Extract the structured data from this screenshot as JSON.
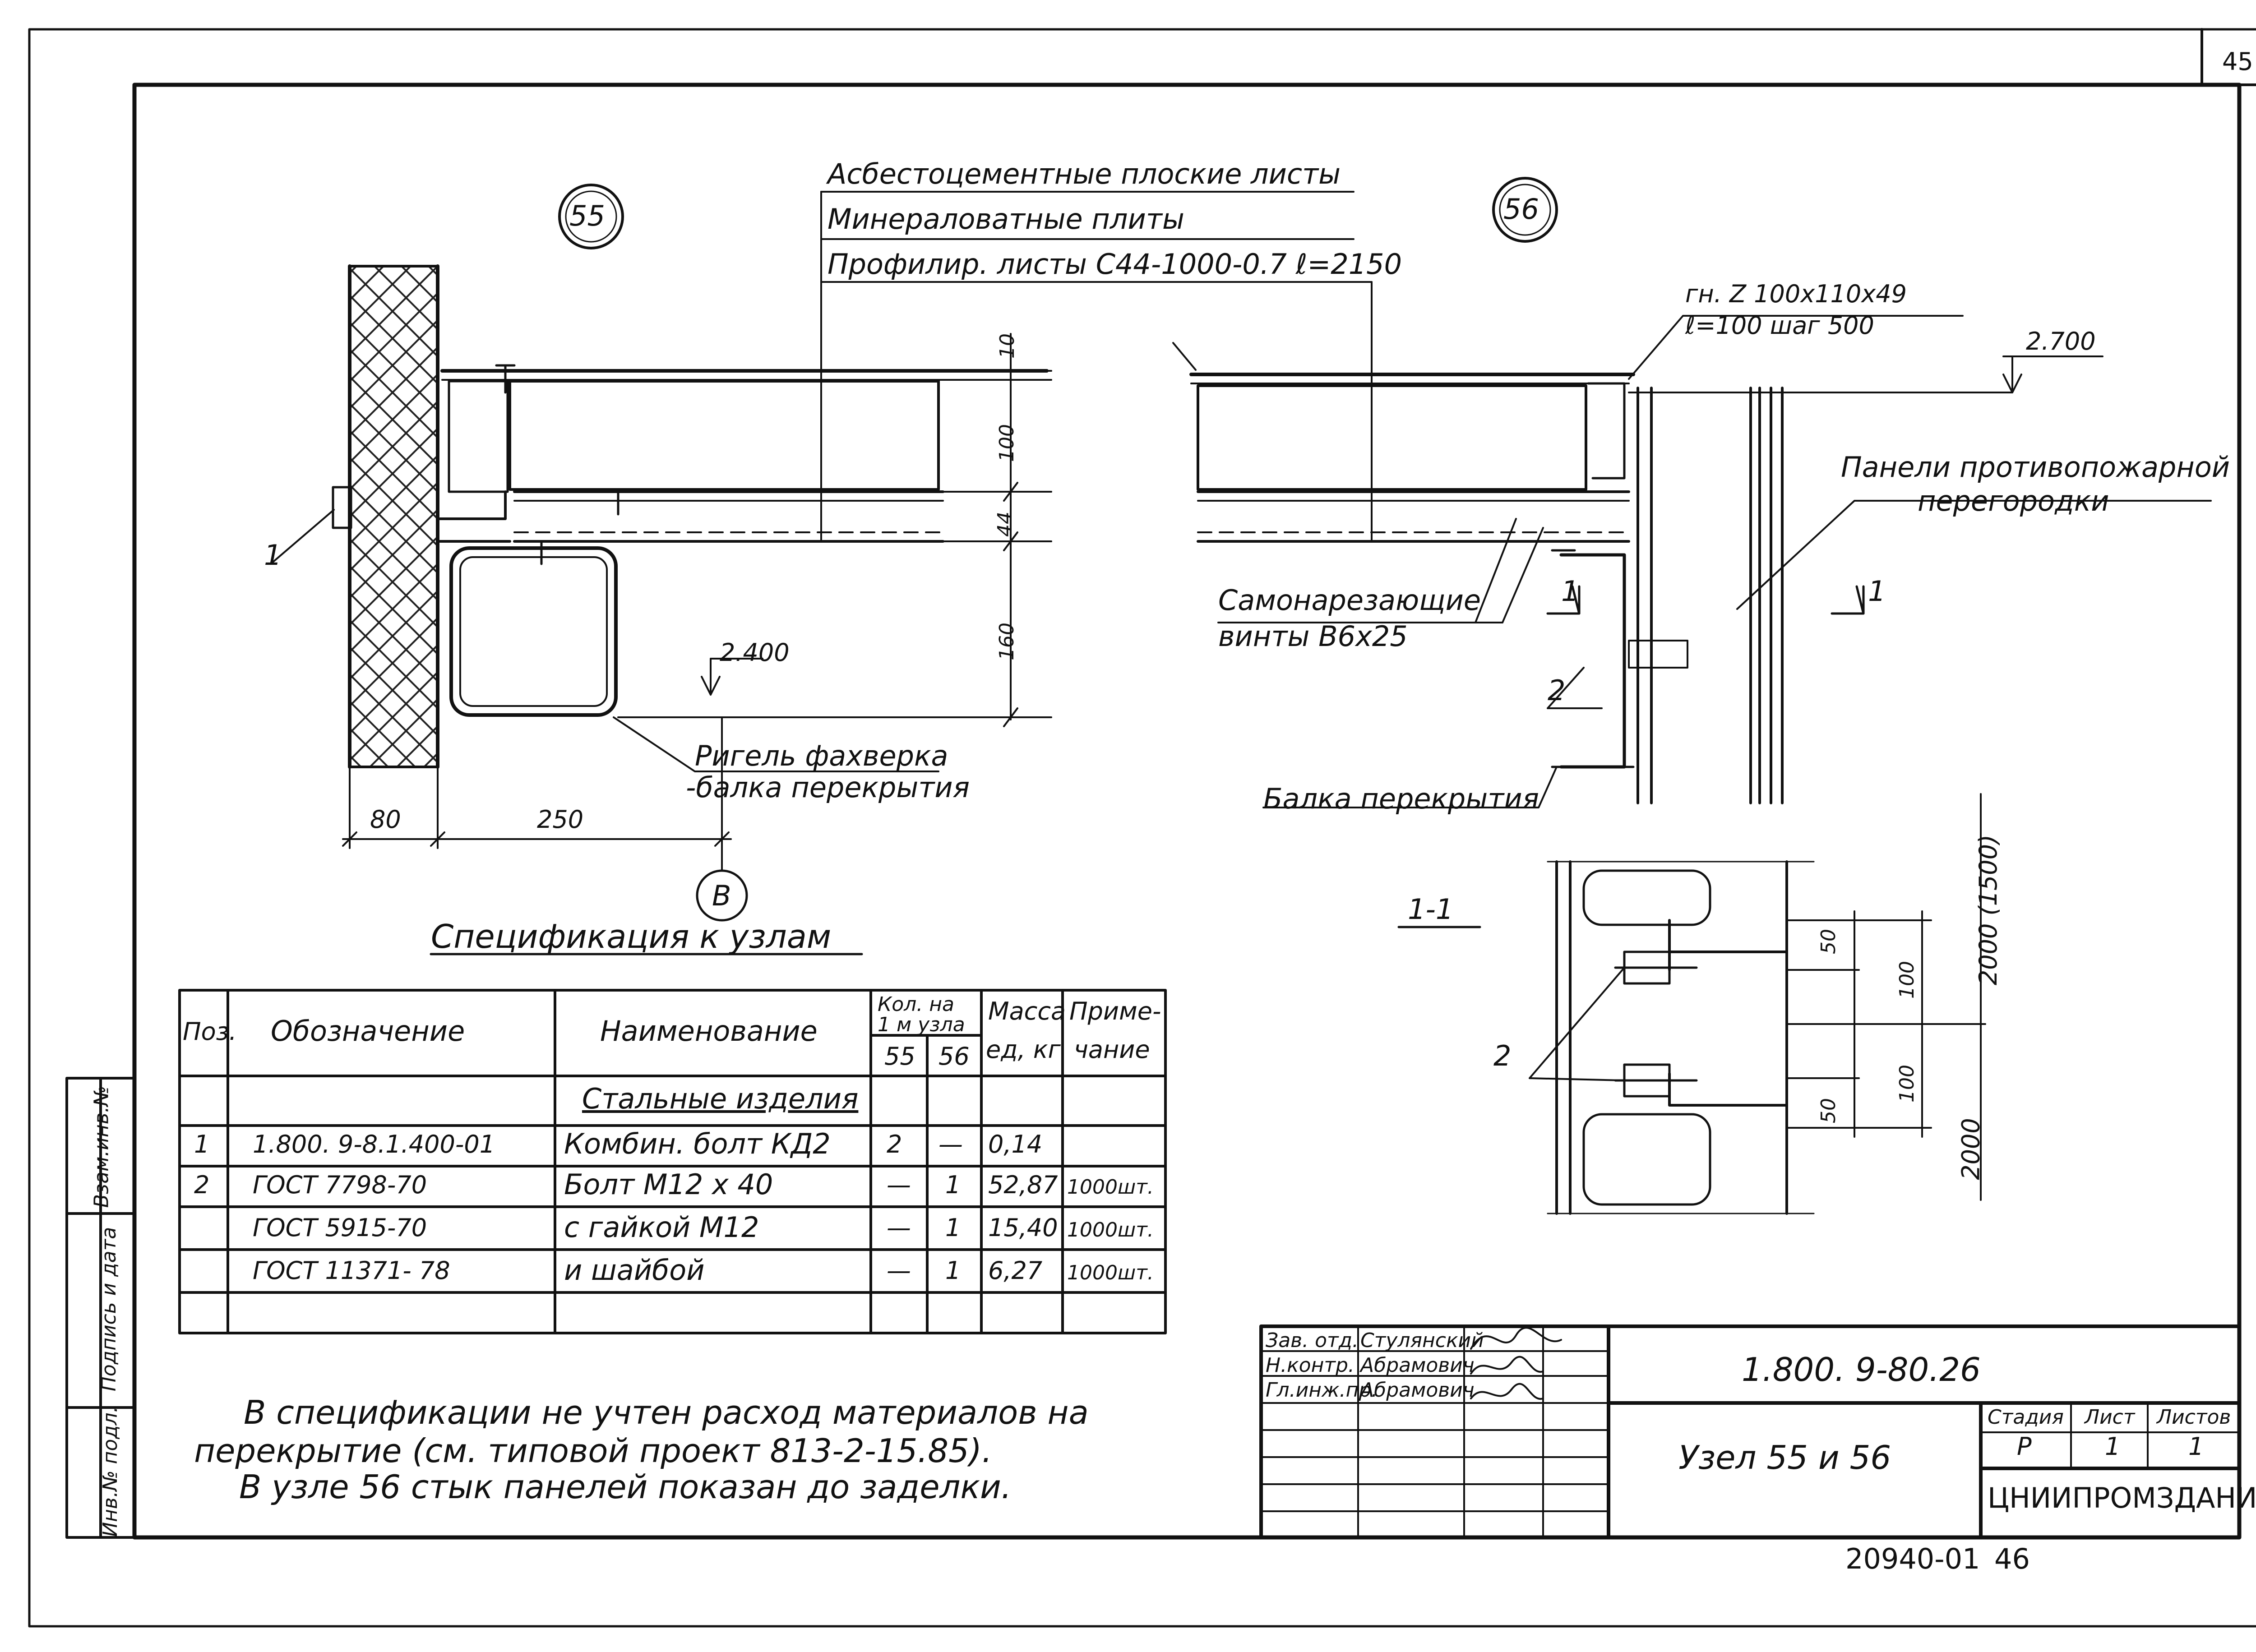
{
  "sheet": {
    "page_number": "45",
    "archive_code": "20940-01",
    "archive_page": "46"
  },
  "node55": {
    "label": "55",
    "axis_label": "В",
    "leader_1": "1",
    "dim_80": "80",
    "dim_250": "250",
    "dim_10": "10",
    "dim_100": "100",
    "dim_44": "44",
    "dim_160": "160",
    "elev": "2.400",
    "girder_line1": "Ригель фахверка",
    "girder_line2": "-балка перекрытия"
  },
  "layers": [
    "Асбестоцементные плоские листы",
    "Минераловатные плиты",
    "Профилир. листы С44-1000-0.7 ℓ=2150"
  ],
  "node56": {
    "label": "56",
    "zprofile_line1": "гн. Z 100x110x49",
    "zprofile_line2": "ℓ=100 шаг 500",
    "elev": "2.700",
    "panels_line1": "Панели противопожарной",
    "panels_line2": "перегородки",
    "screws_line1": "Самонарезающие",
    "screws_line2": "винты В6x25",
    "sec_mark": "1",
    "leader_2": "2",
    "beam": "Балка перекрытия"
  },
  "section": {
    "label": "1-1",
    "leader_2": "2",
    "dims": [
      "50",
      "100",
      "100",
      "50"
    ],
    "dim_top": "2000 (1500)",
    "dim_bottom": "2000"
  },
  "spec": {
    "title": "Спецификация к узлам",
    "headers": {
      "pos": "Поз.",
      "designation": "Обозначение",
      "name": "Наименование",
      "qty_line1": "Кол. на",
      "qty_line2": "1 м узла",
      "q55": "55",
      "q56": "56",
      "mass_line1": "Масса",
      "mass_line2": "ед, кг",
      "note_line1": "Приме-",
      "note_line2": "чание"
    },
    "section_title": "Стальные изделия",
    "rows": [
      {
        "pos": "1",
        "designation": "1.800. 9-8.1.400-01",
        "name": "Комбин. болт КД2",
        "q55": "2",
        "q56": "—",
        "mass": "0,14",
        "note": ""
      },
      {
        "pos": "2",
        "designation": "ГОСТ 7798-70",
        "name": "Болт М12 x 40",
        "q55": "—",
        "q56": "1",
        "mass": "52,87",
        "note": "1000шт."
      },
      {
        "pos": "",
        "designation": "ГОСТ 5915-70",
        "name": "с гайкой М12",
        "q55": "—",
        "q56": "1",
        "mass": "15,40",
        "note": "1000шт."
      },
      {
        "pos": "",
        "designation": "ГОСТ 11371- 78",
        "name": "и шайбой",
        "q55": "—",
        "q56": "1",
        "mass": "6,27",
        "note": "1000шт."
      }
    ]
  },
  "notes": [
    "В спецификации не учтен расход материалов на",
    "перекрытие (см. типовой проект 813-2-15.85).",
    "В узле 56 стык панелей показан до заделки."
  ],
  "side_stamp": [
    "Инв.№ подл.",
    "Подпись и дата",
    "Взам.инв.№"
  ],
  "title_block": {
    "code": "1.800. 9-80.26",
    "sheet_title": "Узел 55 и 56",
    "org": "ЦНИИПРОМЗДАНИЙ",
    "stage_h": "Стадия",
    "sheet_h": "Лист",
    "sheets_h": "Листов",
    "stage": "Р",
    "sheet": "1",
    "sheets": "1",
    "people": [
      {
        "role": "Зав. отд.",
        "name": "Стулянский"
      },
      {
        "role": "Н.контр.",
        "name": "Абрамович"
      },
      {
        "role": "Гл.инж.пр.",
        "name": "Абрамович"
      }
    ]
  }
}
